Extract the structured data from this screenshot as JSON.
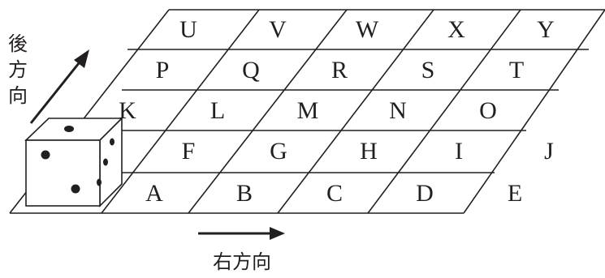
{
  "grid": {
    "rows": [
      [
        "U",
        "V",
        "W",
        "X",
        "Y"
      ],
      [
        "P",
        "Q",
        "R",
        "S",
        "T"
      ],
      [
        "K",
        "L",
        "M",
        "N",
        "O"
      ],
      [
        "F",
        "G",
        "H",
        "I",
        "J"
      ],
      [
        "A",
        "B",
        "C",
        "D",
        "E"
      ]
    ]
  },
  "die": {
    "top_pips": 1,
    "front_pips": 2,
    "side_pips": 3
  },
  "labels": {
    "right_direction": "右方向",
    "back_direction": [
      "後",
      "方",
      "向"
    ]
  },
  "colors": {
    "line": "#231f20",
    "background": "#ffffff"
  }
}
